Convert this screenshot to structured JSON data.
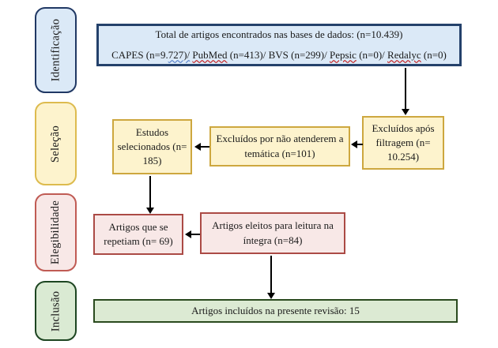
{
  "diagram_title": "PRISMA-style article selection flow diagram",
  "sidebar": {
    "items": [
      {
        "id": "identificacao",
        "label": "Identificação"
      },
      {
        "id": "selecao",
        "label": "Seleção"
      },
      {
        "id": "elegibilidade",
        "label": "Elegibilidade"
      },
      {
        "id": "inclusao",
        "label": "Inclusão"
      }
    ]
  },
  "flow": {
    "total_box": {
      "line1": "Total de artigos encontrados nas bases de dados: (n=10.439)",
      "line2_segments": [
        {
          "text": "CAPES (n=9.",
          "style": "plain"
        },
        {
          "text": "727)/",
          "style": "blue-wavy"
        },
        {
          "text": " ",
          "style": "plain"
        },
        {
          "text": "PubMed",
          "style": "red-wavy"
        },
        {
          "text": " (n=413)/ BVS (n=299)/ ",
          "style": "plain"
        },
        {
          "text": "Pepsic",
          "style": "red-wavy"
        },
        {
          "text": " (n=0)/ ",
          "style": "plain"
        },
        {
          "text": "Redalyc",
          "style": "red-wavy"
        },
        {
          "text": " (n=0)",
          "style": "plain"
        }
      ]
    },
    "excluded_after_filtering": "Excluídos após filtragem (n= 10.254)",
    "excluded_thematic": "Excluídos por não atenderem a temática (n=101)",
    "selected_studies": "Estudos selecionados (n= 185)",
    "repeated_articles": "Artigos que se repetiam (n= 69)",
    "full_reading": "Artigos eleitos para leitura na íntegra (n=84)",
    "included_review": "Artigos incluídos na presente revisão: 15"
  },
  "colors": {
    "identification_fill": "#dbe9f7",
    "identification_border": "#203864",
    "selection_fill": "#fdf3cd",
    "selection_border": "#cda73f",
    "eligibility_fill": "#f8e8e7",
    "eligibility_border": "#ab4a45",
    "inclusion_fill": "#dcead3",
    "inclusion_border": "#2a4a1e",
    "arrow": "#000000",
    "grammar_underline_blue": "#4472c4",
    "spellcheck_underline_red": "#c00000"
  }
}
